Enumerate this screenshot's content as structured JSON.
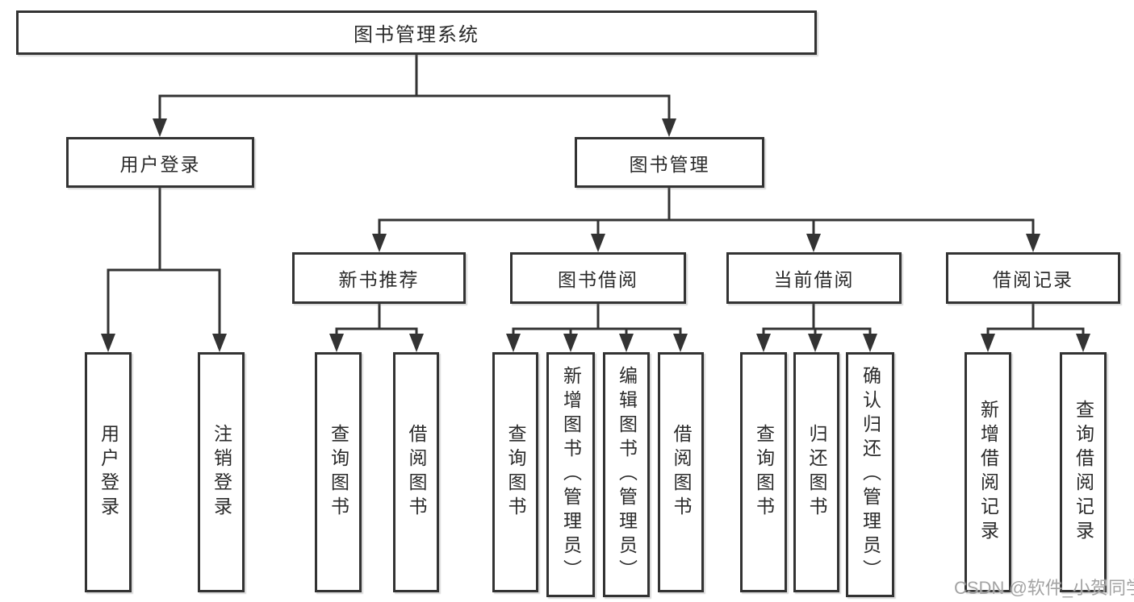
{
  "diagram": {
    "title": "图书管理系统",
    "nodes": {
      "root": "图书管理系统",
      "user_login": "用户登录",
      "book_mgmt": "图书管理",
      "new_book_rec": "新书推荐",
      "book_borrow": "图书借阅",
      "current_borrow": "当前借阅",
      "borrow_records": "借阅记录",
      "ul_login": "用户登录",
      "ul_logout": "注销登录",
      "nb_query": "查询图书",
      "nb_borrow": "借阅图书",
      "bb_query": "查询图书",
      "bb_add": "新增图书（管理员）",
      "bb_edit": "编辑图书（管理员）",
      "bb_borrow": "借阅图书",
      "cb_query": "查询图书",
      "cb_return": "归还图书",
      "cb_confirm": "确认归还（管理员）",
      "br_add": "新增借阅记录",
      "br_query": "查询借阅记录"
    },
    "tree": {
      "图书管理系统": {
        "用户登录": [
          "用户登录",
          "注销登录"
        ],
        "图书管理": {
          "新书推荐": [
            "查询图书",
            "借阅图书"
          ],
          "图书借阅": [
            "查询图书",
            "新增图书（管理员）",
            "编辑图书（管理员）",
            "借阅图书"
          ],
          "当前借阅": [
            "查询图书",
            "归还图书",
            "确认归还（管理员）"
          ],
          "借阅记录": [
            "新增借阅记录",
            "查询借阅记录"
          ]
        }
      }
    }
  },
  "watermark": {
    "text": "CSDN @软件_小贺同学"
  },
  "colors": {
    "line": "#333333",
    "text": "#2a2a2a",
    "watermark": "#a3a3a3",
    "background": "#ffffff"
  }
}
